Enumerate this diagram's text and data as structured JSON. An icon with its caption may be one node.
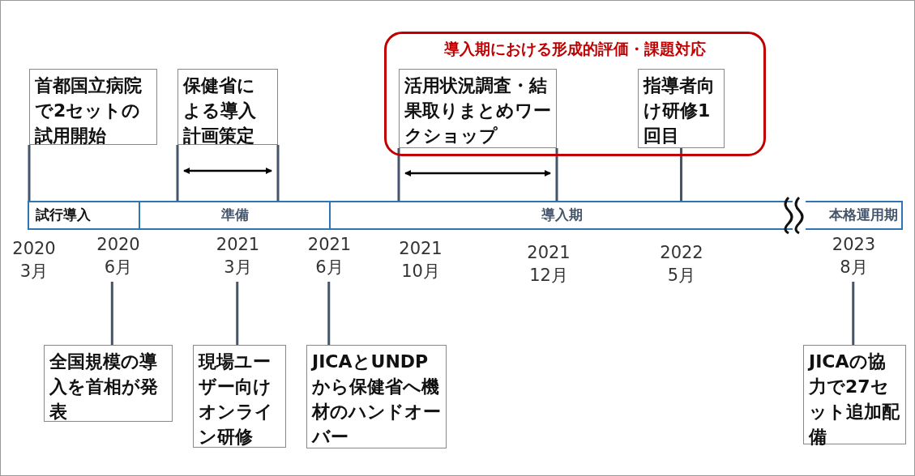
{
  "diagram": {
    "nodes": [
      {
        "text": [
          "首都国立病院で2セットの試用開始"
        ]
      },
      {
        "text": [
          "保健省による導入計画策定"
        ]
      },
      {
        "text": [
          "導入期における形成的評価・課題対応"
        ]
      },
      {
        "text": [
          "活用状況調査・結果取りまとめワークショップ"
        ],
        "in": 2
      },
      {
        "text": [
          "指導者向け研修1回目"
        ],
        "in": 2
      },
      {
        "text": [
          "試行導入"
        ]
      },
      {
        "text": [
          "準備"
        ]
      },
      {
        "text": [
          "導入期"
        ]
      },
      {
        "text": [
          "本格運用期"
        ]
      },
      {
        "text": [
          "2020 6月"
        ]
      },
      {
        "text": [
          "2021 3月"
        ]
      },
      {
        "text": [
          "2021 6月"
        ]
      },
      {
        "text": [
          "2023 8月"
        ]
      },
      {
        "text": [
          "全国規模の導入を首相が発表"
        ]
      },
      {
        "text": [
          "現場ユーザー向けオンライン研修"
        ]
      },
      {
        "text": [
          "JICAとUNDPから保健省へ機材のハンドオーバー"
        ]
      },
      {
        "text": [
          "JICAの協力で27セット追加配備"
        ]
      }
    ],
    "edges": [
      {
        "from": 0,
        "to": 5,
        "arrow": "none"
      },
      {
        "from": 1,
        "to": 6,
        "arrow": "none"
      },
      {
        "from": 1,
        "to": 6,
        "arrow": "none"
      },
      {
        "from": 3,
        "to": 7,
        "arrow": "none"
      },
      {
        "from": 3,
        "to": 7,
        "arrow": "none"
      },
      {
        "from": 4,
        "to": 7,
        "arrow": "none"
      },
      {
        "from": 9,
        "to": 13,
        "arrow": "none"
      },
      {
        "from": 10,
        "to": 14,
        "arrow": "none"
      },
      {
        "from": 11,
        "to": 15,
        "arrow": "none"
      },
      {
        "from": 12,
        "to": 16,
        "arrow": "none"
      }
    ],
    "labels": [
      "2020 3月",
      "2021 10月",
      "2021 12月",
      "2022 5月"
    ]
  }
}
